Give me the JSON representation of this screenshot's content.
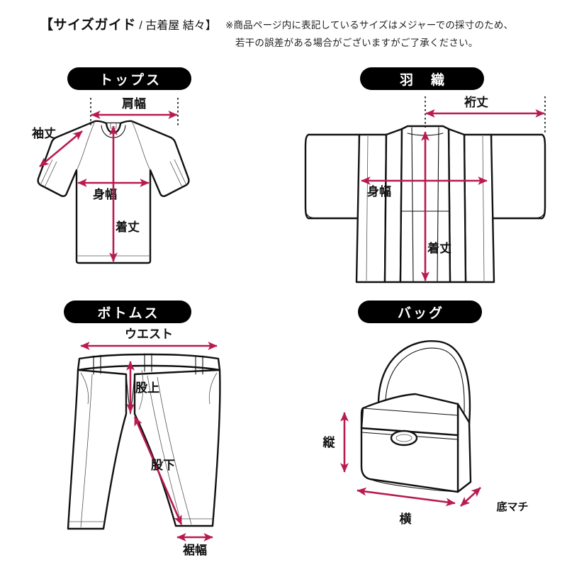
{
  "header": {
    "title_main": "【サイズガイド",
    "title_sep": " / ",
    "title_shop": "古着屋 結々】",
    "note_line1": "※商品ページ内に表記しているサイズはメジャーでの採寸のため、",
    "note_line2": "若干の誤差がある場合がございますがご了承ください。"
  },
  "colors": {
    "dimension_arrow": "#b81b52",
    "badge_background": "#000000",
    "badge_text": "#ffffff",
    "outline": "#111111",
    "page_background": "#ffffff"
  },
  "sections": {
    "tops": {
      "badge": "トップス",
      "labels": {
        "shoulder": "肩幅",
        "sleeve": "袖丈",
        "body_width": "身幅",
        "length": "着丈"
      }
    },
    "haori": {
      "badge": "羽　織",
      "labels": {
        "yuki": "裄丈",
        "body_width": "身幅",
        "length": "着丈"
      }
    },
    "bottoms": {
      "badge": "ボトムス",
      "labels": {
        "waist": "ウエスト",
        "rise": "股上",
        "inseam": "股下",
        "hem_width": "裾幅"
      }
    },
    "bag": {
      "badge": "バッグ",
      "labels": {
        "height": "縦",
        "width": "横",
        "gusset": "底マチ"
      }
    }
  }
}
